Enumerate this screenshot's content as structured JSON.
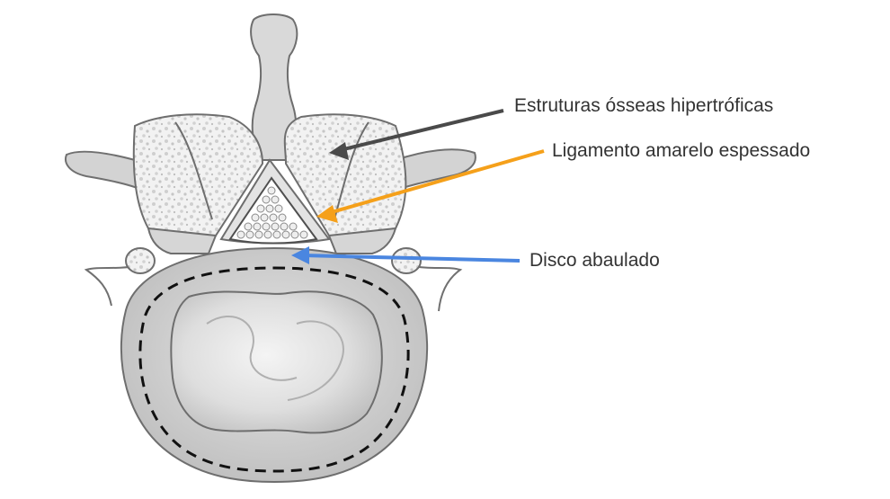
{
  "labels": {
    "bone": "Estruturas ósseas hipertróficas",
    "ligament": "Ligamento amarelo espessado",
    "disc": "Disco abaulado"
  },
  "colors": {
    "bone_arrow": "#4a4a4a",
    "ligament_arrow": "#f5a01a",
    "disc_arrow": "#4a86e0",
    "bone_fill": "#d9d9d9",
    "bone_stroke": "#6e6e6e",
    "text": "#333333"
  },
  "icons": {
    "bone_arrow": "arrow-left-icon",
    "ligament_arrow": "arrow-left-icon",
    "disc_arrow": "arrow-left-icon"
  }
}
